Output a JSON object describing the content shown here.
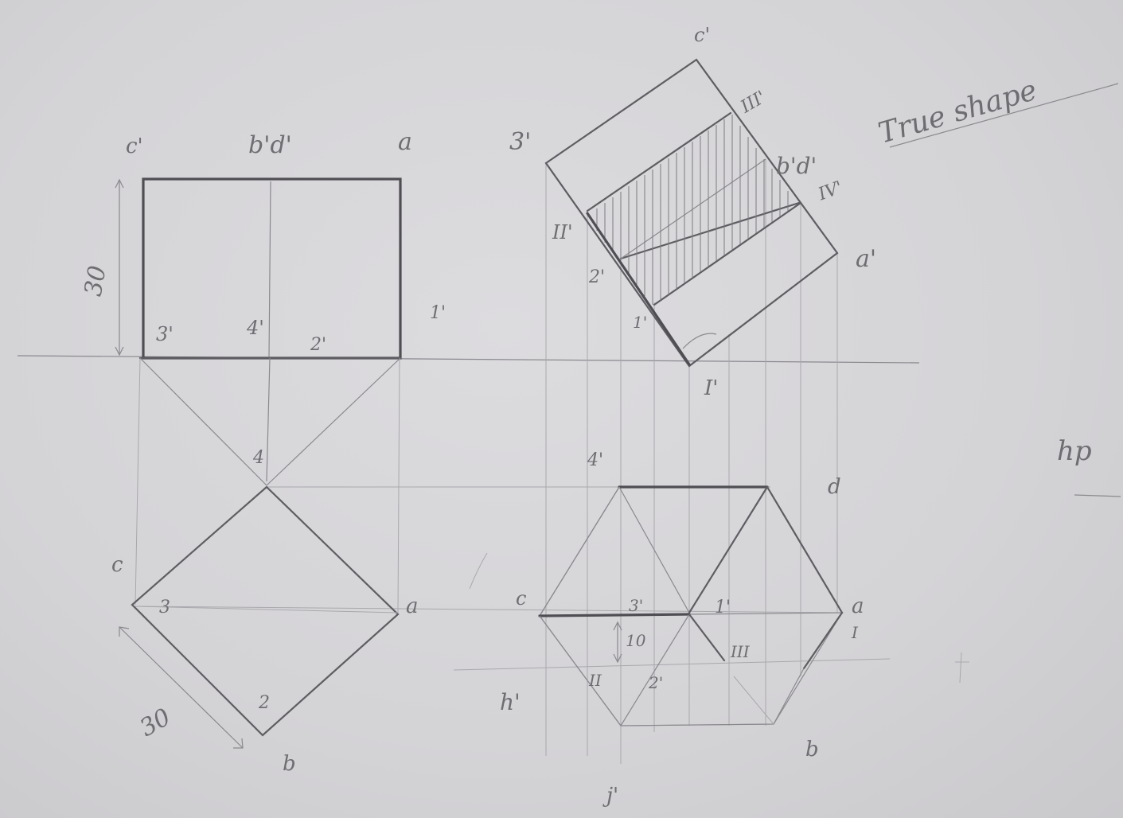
{
  "labels": {
    "front": {
      "c_top": "c'",
      "bd_top": "b'd'",
      "a_top": "a",
      "dim_30": "30",
      "n3": "3'",
      "n4": "4'",
      "n2": "2'",
      "n1": "1'"
    },
    "top": {
      "c": "c",
      "n3": "3",
      "a": "a",
      "n4": "4",
      "n2": "2",
      "b": "b",
      "dim_30": "30"
    },
    "aux": {
      "c": "c'",
      "n3": "3'",
      "iii": "III'",
      "bd": "b'd'",
      "iv": "IV'",
      "a": "a'",
      "ii": "II'",
      "n2": "2'",
      "n1": "1'",
      "i": "I'"
    },
    "section": {
      "n4": "4'",
      "d": "d",
      "c": "c",
      "n3": "3'",
      "n1": "1'",
      "a": "a",
      "iii": "III",
      "i": "I",
      "dim_10": "10",
      "ii": "II",
      "n2": "2'",
      "h": "h'",
      "b": "b",
      "j": "j'"
    },
    "true_shape": "True shape",
    "hp": "hp"
  },
  "colors": {
    "paper": "#d6d5d8",
    "pencil_dark": "#4f4e53",
    "pencil_light": "#8a898e",
    "hatching": "#7c7b80"
  }
}
